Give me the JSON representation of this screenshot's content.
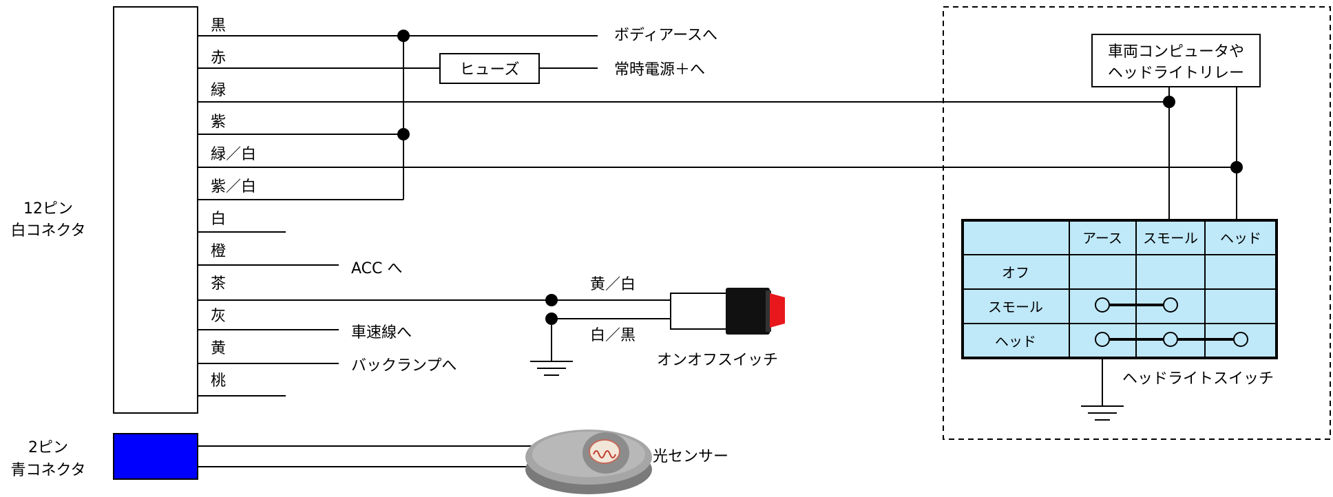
{
  "connector12": {
    "line1": "12ピン",
    "line2": "白コネクタ"
  },
  "connector2": {
    "line1": "2ピン",
    "line2": "青コネクタ",
    "color": "#0000ff"
  },
  "wires": [
    "黒",
    "赤",
    "緑",
    "紫",
    "緑／白",
    "紫／白",
    "白",
    "橙",
    "茶",
    "灰",
    "黄",
    "桃"
  ],
  "fuse": "ヒューズ",
  "destinations": {
    "body_ground": "ボディアースへ",
    "constant_power": "常時電源＋へ",
    "acc": "ACC へ",
    "speed": "車速線へ",
    "backlamp": "バックランプへ"
  },
  "switch_wires": {
    "yellow_white": "黄／白",
    "white_black": "白／黒"
  },
  "onoff_switch": {
    "label": "オンオフスイッチ",
    "accent": "#e8171b"
  },
  "computer_box": {
    "line1": "車両コンピュータや",
    "line2": "ヘッドライトリレー"
  },
  "headlight_switch": {
    "label": "ヘッドライトスイッチ",
    "columns": [
      "アース",
      "スモール",
      "ヘッド"
    ],
    "rows": [
      "オフ",
      "スモール",
      "ヘッド"
    ],
    "fill": "#bfe8f8"
  },
  "light_sensor": "光センサー"
}
